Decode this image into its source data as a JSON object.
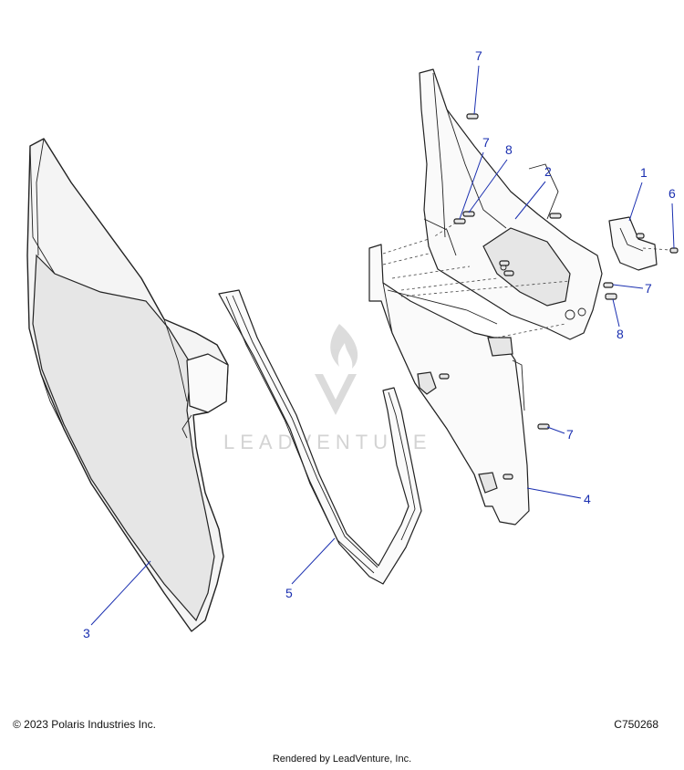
{
  "callouts": [
    {
      "label": "7"
    },
    {
      "label": "7"
    },
    {
      "label": "8"
    },
    {
      "label": "2"
    },
    {
      "label": "1"
    },
    {
      "label": "6"
    },
    {
      "label": "7"
    },
    {
      "label": "8"
    },
    {
      "label": "7"
    },
    {
      "label": "4"
    },
    {
      "label": "5"
    },
    {
      "label": "3"
    }
  ],
  "watermark": {
    "text": "LEADVENTURE"
  },
  "footer": {
    "copyright": "© 2023 Polaris Industries Inc.",
    "drawing_id": "C750268",
    "rendered_by": "Rendered by LeadVenture, Inc."
  },
  "colors": {
    "callout": "#1a2fb0",
    "line": "#222222",
    "watermark": "#cfcfcf"
  }
}
